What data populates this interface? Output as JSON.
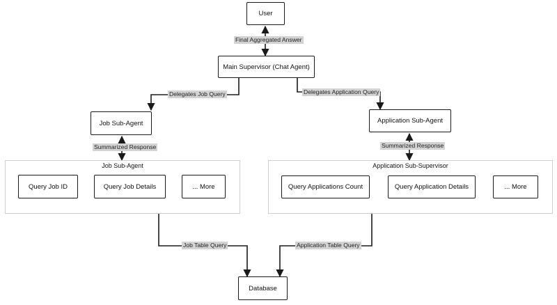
{
  "nodes": {
    "user": "User",
    "main_supervisor": "Main Supervisor (Chat Agent)",
    "job_sub_agent": "Job Sub-Agent",
    "application_sub_agent": "Application Sub-Agent",
    "query_job_id": "Query Job ID",
    "query_job_details": "Query Job Details",
    "job_more": "... More",
    "query_applications_count": "Query Applications Count",
    "query_application_details": "Query Application Details",
    "application_more": "... More",
    "database": "Database"
  },
  "groups": {
    "job_group_title": "Job Sub-Agent",
    "application_group_title": "Application Sub-Supervisor"
  },
  "edges": {
    "final_aggregated_answer": "Final Aggregated Answer",
    "delegates_job_query": "Delegates Job Query",
    "delegates_application_query": "Delegates Application Query",
    "job_summarized_response": "Summarized Response",
    "application_summarized_response": "Summarized Response",
    "job_table_query": "Job Table Query",
    "application_table_query": "Application Table Query"
  },
  "colors": {
    "edge_label_bg": "#d3d3d3",
    "stroke": "#1a1a1a",
    "group_border": "#cfcfcf"
  }
}
